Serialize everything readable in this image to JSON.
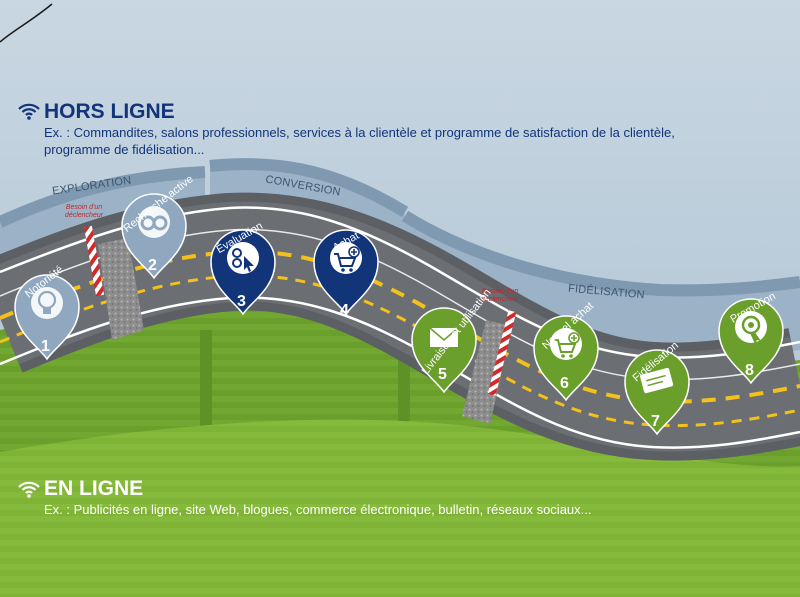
{
  "offline": {
    "title": "HORS LIGNE",
    "description_line1": "Ex. : Commandites, salons professionnels, services à la clientèle et programme de satisfaction de la clientèle,",
    "description_line2": "programme de fidélisation...",
    "icon": "wifi-icon",
    "color": "#12357a"
  },
  "online": {
    "title": "EN LIGNE",
    "description": "Ex. : Publicités en ligne, site Web, blogues, commerce électronique, bulletin, réseaux sociaux...",
    "icon": "wifi-icon",
    "color": "#ffffff"
  },
  "stages": [
    "EXPLORATION",
    "CONVERSION",
    "FIDÉLISATION"
  ],
  "triggers": [
    "Besoin d'un déclencheur",
    "Besoin d'un déclencheur"
  ],
  "steps": [
    {
      "number": "1",
      "label": "Notoriété",
      "icon": "lightbulb-icon",
      "color": "#8fa8bf"
    },
    {
      "number": "2",
      "label": "Recherche active",
      "icon": "binoculars-icon",
      "color": "#8fa8bf"
    },
    {
      "number": "3",
      "label": "Évaluation",
      "icon": "cursor-select-icon",
      "color": "#12357a"
    },
    {
      "number": "4",
      "label": "Achat",
      "icon": "cart-add-icon",
      "color": "#12357a"
    },
    {
      "number": "5",
      "label": "Livraison et utilisation",
      "icon": "envelope-icon",
      "color": "#6a9f2c"
    },
    {
      "number": "6",
      "label": "Nouvel achat",
      "icon": "cart-add-icon",
      "color": "#6a9f2c"
    },
    {
      "number": "7",
      "label": "Fidélisation",
      "icon": "loyalty-card-icon",
      "color": "#6a9f2c"
    },
    {
      "number": "8",
      "label": "Promotion",
      "icon": "award-ribbon-icon",
      "color": "#6a9f2c"
    }
  ]
}
